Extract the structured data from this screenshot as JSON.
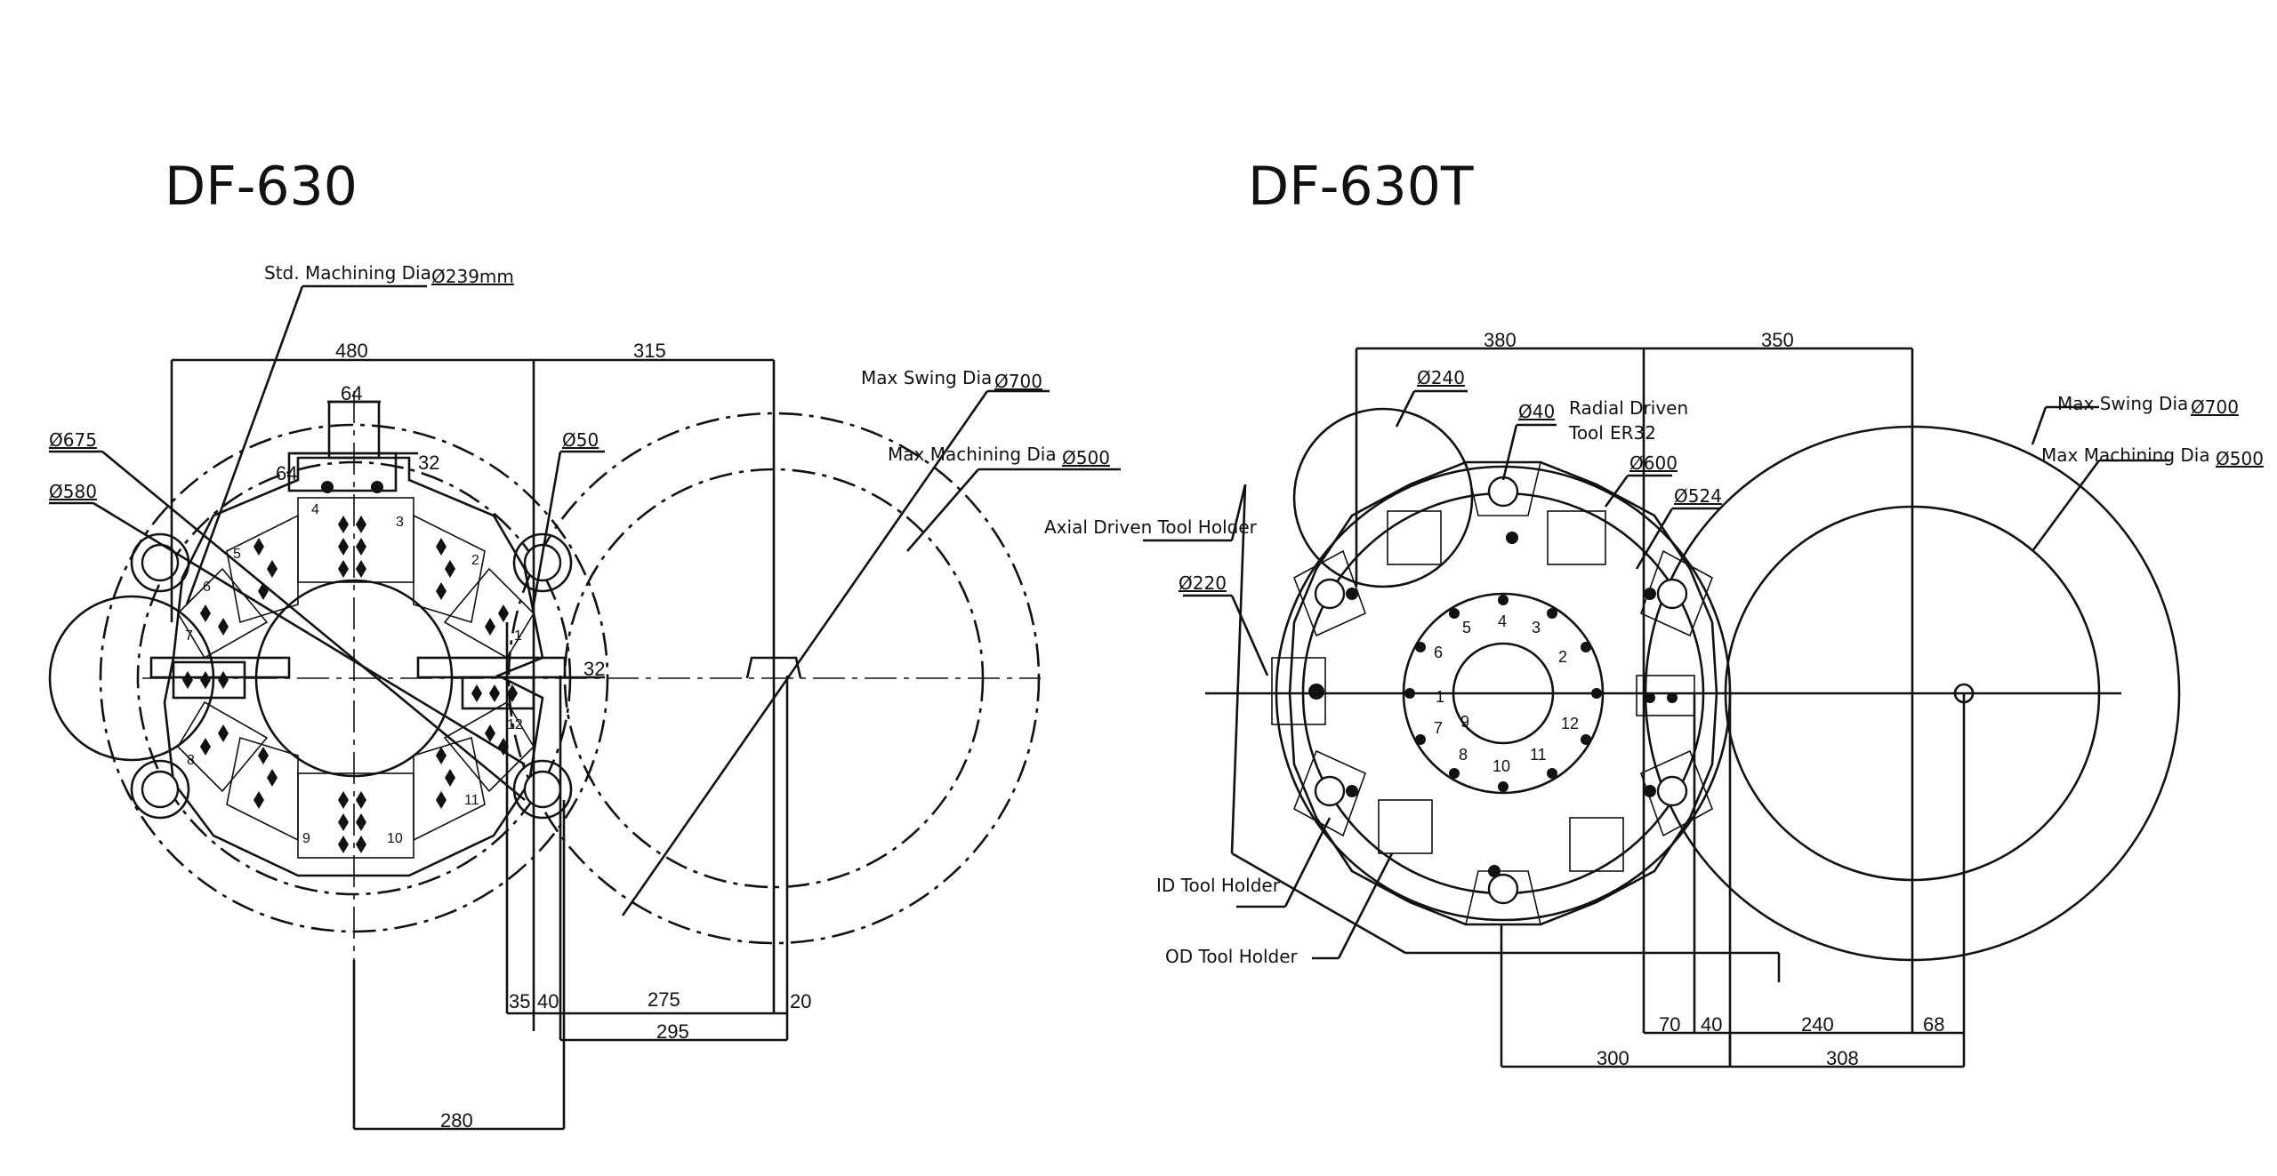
{
  "left_drawing": {
    "title": "DF-630",
    "std_machining_label": "Std. Machining Dia",
    "std_machining_value": "Ø239mm",
    "max_swing_label": "Max Swing Dia",
    "max_swing_value": "Ø700",
    "max_machining_label": "Max Machining Dia",
    "max_machining_value": "Ø500",
    "d675": "Ø675",
    "d580": "Ø580",
    "d50": "Ø50",
    "dim_480": "480",
    "dim_315": "315",
    "dim_64_top": "64",
    "dim_64_side": "64",
    "dim_32_top": "32",
    "dim_32_right": "32",
    "dim_35": "35",
    "dim_40": "40",
    "dim_275": "275",
    "dim_20": "20",
    "dim_295": "295",
    "dim_280": "280",
    "stations": [
      "1",
      "2",
      "3",
      "4",
      "5",
      "6",
      "7",
      "8",
      "9",
      "10",
      "11",
      "12"
    ]
  },
  "right_drawing": {
    "title": "DF-630T",
    "max_swing_label": "Max Swing Dia",
    "max_swing_value": "Ø700",
    "max_machining_label": "Max Machining Dia",
    "max_machining_value": "Ø500",
    "d240": "Ø240",
    "d40": "Ø40",
    "d600": "Ø600",
    "d524": "Ø524",
    "d220": "Ø220",
    "radial_label_1": "Radial Driven",
    "radial_label_2": "Tool",
    "radial_label_3": "ER32",
    "axial_label": "Axial Driven Tool Holder",
    "id_label": "ID Tool Holder",
    "od_label": "OD Tool Holder",
    "dim_380": "380",
    "dim_350": "350",
    "dim_70": "70",
    "dim_40": "40",
    "dim_240": "240",
    "dim_68": "68",
    "dim_300": "300",
    "dim_308": "308",
    "stations": [
      "1",
      "2",
      "3",
      "4",
      "5",
      "6",
      "7",
      "8",
      "9",
      "10",
      "11",
      "12"
    ]
  }
}
